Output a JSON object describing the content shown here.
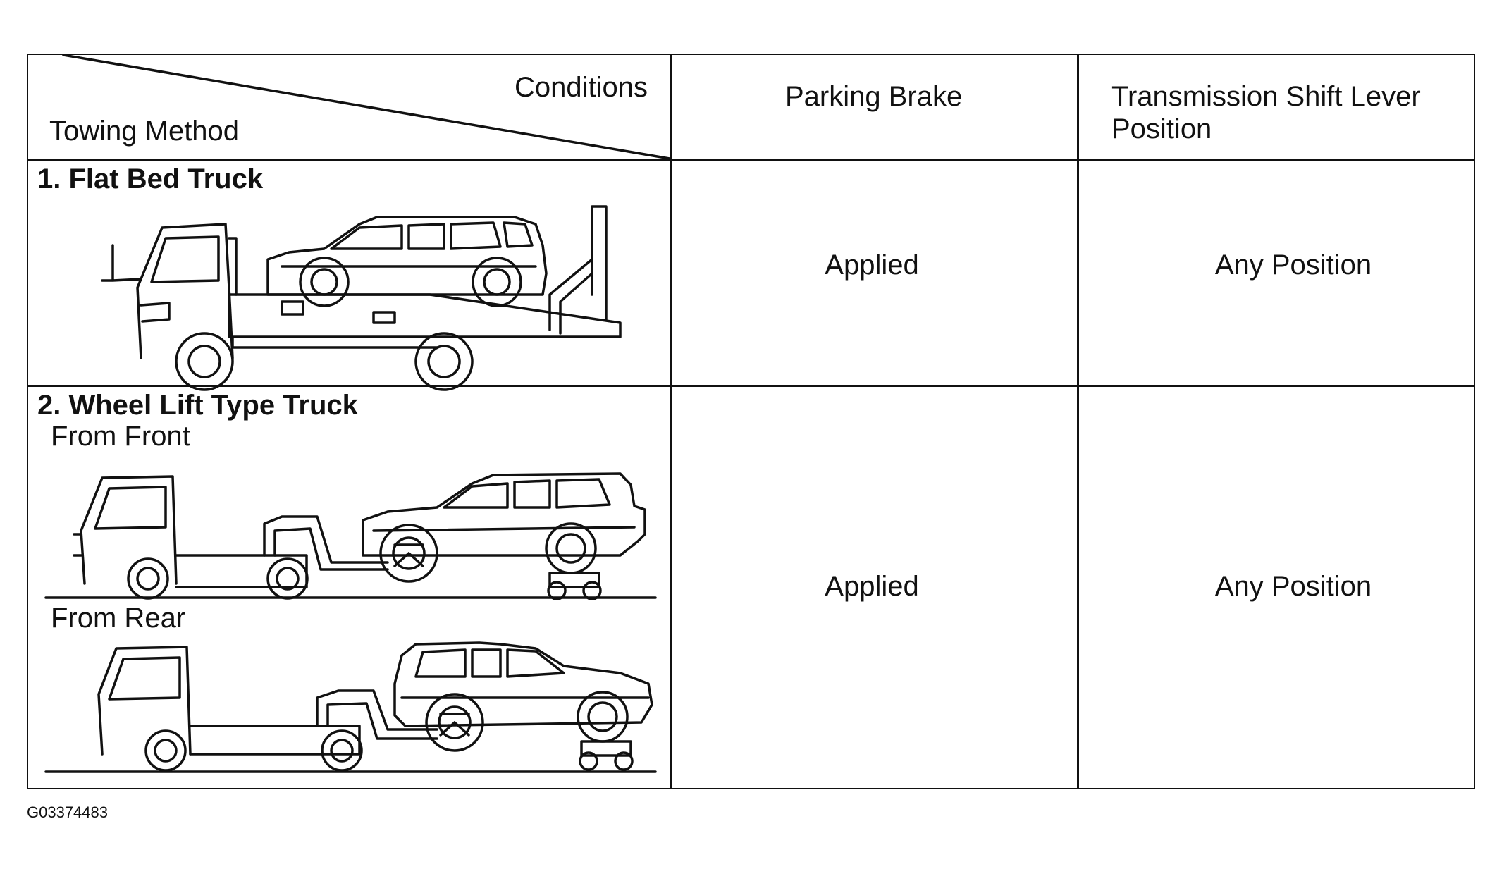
{
  "table": {
    "header": {
      "conditions": "Conditions",
      "towing_method": "Towing Method",
      "parking_brake": "Parking Brake",
      "transmission_line1": "Transmission Shift Lever",
      "transmission_line2": "Position"
    },
    "rows": [
      {
        "title": "1. Flat Bed Truck",
        "parking_brake": "Applied",
        "transmission": "Any Position"
      },
      {
        "title": "2. Wheel Lift Type Truck",
        "subtitle_front": "From Front",
        "subtitle_rear": "From Rear",
        "parking_brake": "Applied",
        "transmission": "Any Position"
      }
    ]
  },
  "figure_code": "G03374483"
}
